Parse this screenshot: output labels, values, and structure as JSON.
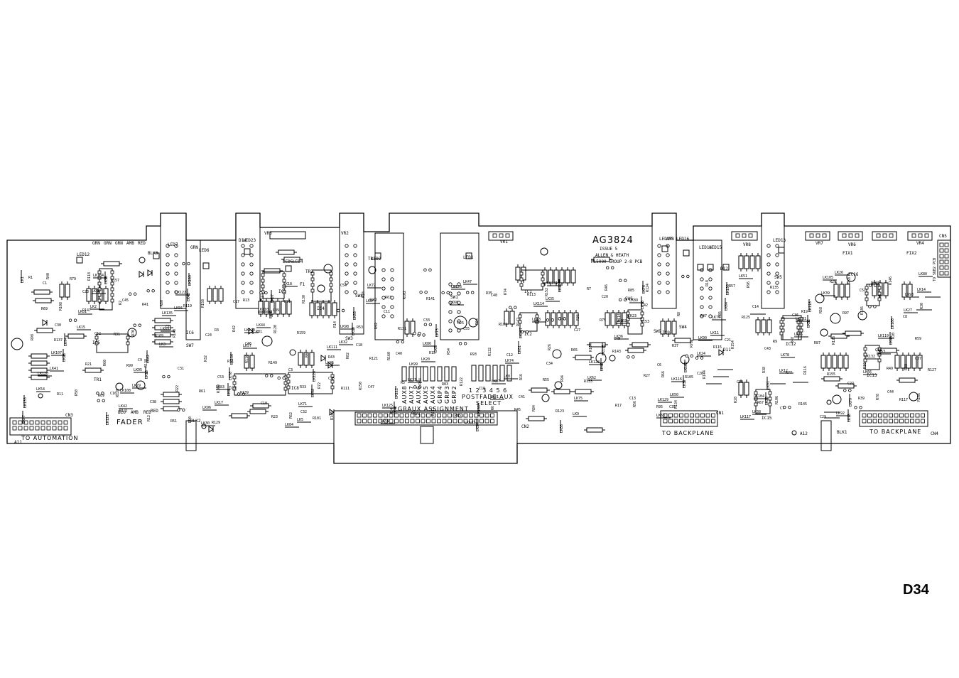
{
  "board": {
    "part_number": "AG3824",
    "issue": "ISSUE 5",
    "maker": "ALLEN & HEATH",
    "model": "ML5000 GROUP 2-8 PCB"
  },
  "connectors": {
    "to_automation": "TO AUTOMATION",
    "to_backplane_1": "TO BACKPLANE",
    "to_backplane_2": "TO BACKPLANE",
    "to_sub2": "TO SUB2 PCB"
  },
  "section_labels": {
    "fader": "FADER",
    "graux_assignment": "GRAUX ASSIGNMENT",
    "postfade_aux": "POSTFADE AUX",
    "select": "SELECT",
    "aux_selects": [
      "AUX8",
      "AUX7",
      "AUX6",
      "AUX5",
      "AUX4",
      "GRP4",
      "GRP3",
      "GRP2"
    ],
    "postfade_numbers": "1 2 3 4 5 6",
    "led_colors": [
      "GRN",
      "GRN",
      "GRN",
      "AMB",
      "RED"
    ],
    "blu_amb_red": [
      "BLU",
      "AMB",
      "RED"
    ]
  },
  "page_id": "D34",
  "refdes": {
    "leds": [
      "LED12",
      "LED7",
      "LED23",
      "LED6",
      "LED5",
      "LED4",
      "LED2",
      "LED1",
      "LED17",
      "LED16",
      "LED14",
      "LED15",
      "LED13"
    ],
    "vrs": [
      "VR3",
      "VR2",
      "VR1",
      "VR8",
      "VR7",
      "VR6",
      "VR4"
    ],
    "ics": [
      "IC1",
      "IC2",
      "IC3",
      "IC4",
      "IC5",
      "IC6",
      "IC7",
      "IC8",
      "IC9",
      "IC12",
      "IC13",
      "IC15",
      "IC16"
    ],
    "switches": [
      "SW1",
      "SW2",
      "SW3",
      "SW4",
      "SW5",
      "SW6",
      "SW7",
      "SW8",
      "SW9"
    ],
    "misc": [
      "CN1",
      "CN2",
      "CN3",
      "CN4",
      "CN5",
      "BLK1",
      "BLK2",
      "BLK3",
      "FIX1",
      "FIX2",
      "A11",
      "A12",
      "TR1",
      "TR2",
      "TR3",
      "F1",
      "D11",
      "D12",
      "D14",
      "GRN",
      "AMB",
      "RED",
      "BLU"
    ]
  },
  "lk_labels": [
    "LK1",
    "LK2",
    "LK3",
    "LK4",
    "LK5",
    "LK6",
    "LK7",
    "LK8",
    "LK9",
    "LK10",
    "LK11",
    "LK12",
    "LK13",
    "LK14",
    "LK15",
    "LK16",
    "LK17",
    "LK18",
    "LK19",
    "LK20",
    "LK21",
    "LK22",
    "LK23",
    "LK24",
    "LK25",
    "LK26",
    "LK27",
    "LK28",
    "LK29",
    "LK30",
    "LK31",
    "LK32",
    "LK33",
    "LK34",
    "LK35",
    "LK36",
    "LK37",
    "LK38",
    "LK39",
    "LK40",
    "LK41",
    "LK42",
    "LK43",
    "LK44",
    "LK45",
    "LK46",
    "LK47",
    "LK48",
    "LK49",
    "LK50",
    "LK51",
    "LK52",
    "LK53",
    "LK54",
    "LK55",
    "LK56",
    "LK57",
    "LK58",
    "LK59",
    "LK60",
    "LK61",
    "LK62",
    "LK63",
    "LK64",
    "LK65",
    "LK66",
    "LK67",
    "LK68",
    "LK69",
    "LK70",
    "LK71",
    "LK72",
    "LK73",
    "LK74",
    "LK75",
    "LK76",
    "LK77",
    "LK78",
    "LK79",
    "LK80",
    "LK81",
    "LK82",
    "LK83",
    "LK84",
    "LK85",
    "LK86",
    "LK87",
    "LK88",
    "LK89",
    "LK90",
    "LK91",
    "LK92",
    "LK93",
    "LK94",
    "LK95",
    "LK96",
    "LK97",
    "LK98",
    "LK99",
    "LK100",
    "LK101",
    "LK102",
    "LK103",
    "LK104",
    "LK105",
    "LK106",
    "LK107",
    "LK108",
    "LK109",
    "LK110",
    "LK111",
    "LK112",
    "LK113",
    "LK114",
    "LK115",
    "LK116",
    "LK117",
    "LK118",
    "LK119",
    "LK120",
    "LK121",
    "LK122",
    "LK123",
    "LK124",
    "LK125",
    "LK126",
    "LK127",
    "LK128",
    "LK129",
    "LK130",
    "LK131",
    "LK132",
    "LK133",
    "LK134",
    "LK135",
    "LK136"
  ],
  "r_labels": [
    "R1",
    "R2",
    "R3",
    "R4",
    "R5",
    "R6",
    "R7",
    "R8",
    "R9",
    "R10",
    "R11",
    "R12",
    "R13",
    "R14",
    "R15",
    "R16",
    "R17",
    "R18",
    "R19",
    "R20",
    "R21",
    "R22",
    "R23",
    "R24",
    "R25",
    "R26",
    "R27",
    "R28",
    "R29",
    "R30",
    "R31",
    "R32",
    "R33",
    "R34",
    "R35",
    "R36",
    "R37",
    "R38",
    "R39",
    "R40",
    "R41",
    "R42",
    "R43",
    "R44",
    "R45",
    "R46",
    "R47",
    "R48",
    "R49",
    "R50",
    "R51",
    "R52",
    "R53",
    "R54",
    "R55",
    "R56",
    "R57",
    "R58",
    "R59",
    "R60",
    "R61",
    "R62",
    "R63",
    "R64",
    "R65",
    "R66",
    "R67",
    "R68",
    "R69",
    "R70",
    "R71",
    "R72",
    "R73",
    "R74",
    "R75",
    "R76",
    "R77",
    "R78",
    "R79",
    "R80",
    "R81",
    "R82",
    "R83",
    "R84",
    "R85",
    "R86",
    "R87",
    "R88",
    "R89",
    "R90",
    "R91",
    "R92",
    "R93",
    "R94",
    "R95",
    "R96",
    "R97",
    "R98",
    "R99",
    "R100",
    "R101",
    "R102",
    "R103",
    "R104",
    "R105",
    "R106",
    "R107",
    "R108",
    "R109",
    "R110",
    "R111",
    "R112",
    "R113",
    "R114",
    "R115",
    "R116",
    "R117",
    "R118",
    "R119",
    "R120",
    "R121",
    "R122",
    "R123",
    "R124",
    "R125",
    "R126",
    "R127",
    "R128",
    "R129",
    "R130",
    "R131",
    "R132",
    "R133",
    "R134",
    "R135",
    "R136",
    "R137",
    "R138",
    "R139",
    "R140",
    "R141",
    "R142",
    "R143",
    "R144",
    "R145",
    "R146",
    "R147",
    "R148",
    "R149",
    "R150",
    "R151",
    "R152",
    "R153",
    "R154",
    "R155",
    "R156",
    "R157",
    "R158",
    "R159",
    "R160"
  ],
  "c_labels": [
    "C1",
    "C2",
    "C3",
    "C4",
    "C5",
    "C6",
    "C7",
    "C8",
    "C9",
    "C10",
    "C11",
    "C12",
    "C13",
    "C14",
    "C15",
    "C16",
    "C17",
    "C18",
    "C19",
    "C20",
    "C21",
    "C22",
    "C23",
    "C24",
    "C25",
    "C26",
    "C27",
    "C28",
    "C29",
    "C30",
    "C31",
    "C32",
    "C33",
    "C34",
    "C35",
    "C36",
    "C37",
    "C38",
    "C39",
    "C40",
    "C41",
    "C42",
    "C43",
    "C44",
    "C45",
    "C46",
    "C47",
    "C48",
    "C49",
    "C50",
    "C51",
    "C52",
    "C53",
    "C54",
    "C55"
  ]
}
